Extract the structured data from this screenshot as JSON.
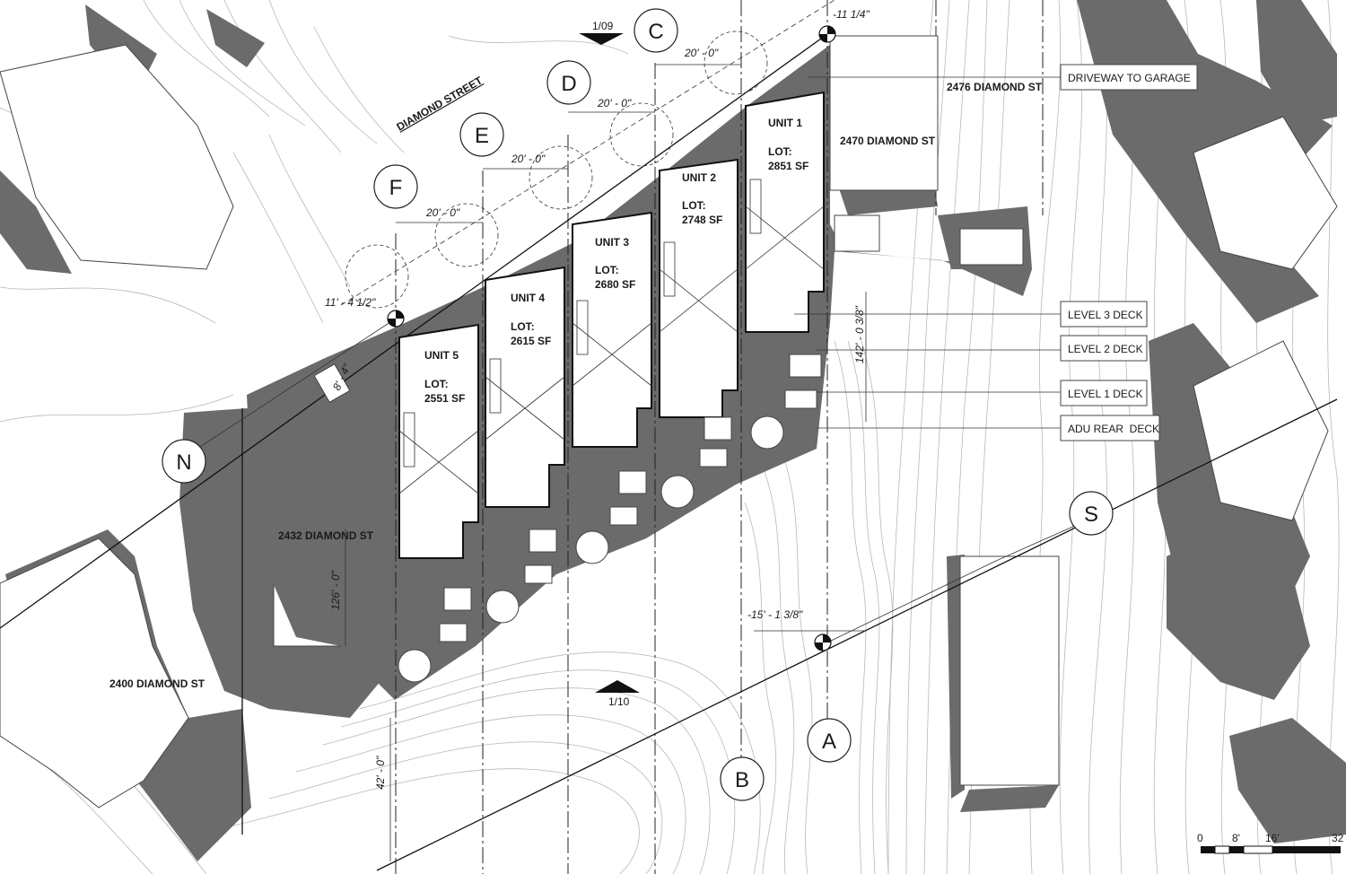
{
  "street": "DIAMOND STREET",
  "section_marks": {
    "top": "1/09",
    "bottom": "1/10"
  },
  "grid_labels": {
    "a": "A",
    "b": "B",
    "c": "C",
    "d": "D",
    "e": "E",
    "f": "F",
    "n": "N",
    "s": "S"
  },
  "units": [
    {
      "name": "UNIT 1",
      "lot_label": "LOT:",
      "lot_area": "2851 SF"
    },
    {
      "name": "UNIT 2",
      "lot_label": "LOT:",
      "lot_area": "2748 SF"
    },
    {
      "name": "UNIT 3",
      "lot_label": "LOT:",
      "lot_area": "2680 SF"
    },
    {
      "name": "UNIT 4",
      "lot_label": "LOT:",
      "lot_area": "2615 SF"
    },
    {
      "name": "UNIT 5",
      "lot_label": "LOT:",
      "lot_area": "2551 SF"
    }
  ],
  "neighbors": {
    "n2476": "2476 DIAMOND ST",
    "n2470": "2470 DIAMOND ST",
    "n2432": "2432 DIAMOND ST",
    "n2400": "2400 DIAMOND ST"
  },
  "callouts": {
    "driveway": "DRIVEWAY TO GARAGE",
    "level3": "LEVEL 3 DECK",
    "level2": "LEVEL 2 DECK",
    "level1": "LEVEL 1 DECK",
    "adu": "ADU REAR  DECK"
  },
  "dimensions": {
    "c_d": "20' - 0\"",
    "d_e": "20' - 0\"",
    "e_f": "20' - 0\"",
    "f_n": "20' - 0\"",
    "elev_top": "-11 1/4\"",
    "elev_left": "11' - 4 1/2\"",
    "elev_bottom": "-15' - 1 3/8\"",
    "depth_right": "142' - 0 3/8\"",
    "depth_2432": "126' - 0\"",
    "rear_42": "42' - 0\"",
    "setback_8": "8' - 4\""
  },
  "scale_bar": {
    "t0": "0",
    "t8": "8'",
    "t16": "16'",
    "t32": "32"
  }
}
